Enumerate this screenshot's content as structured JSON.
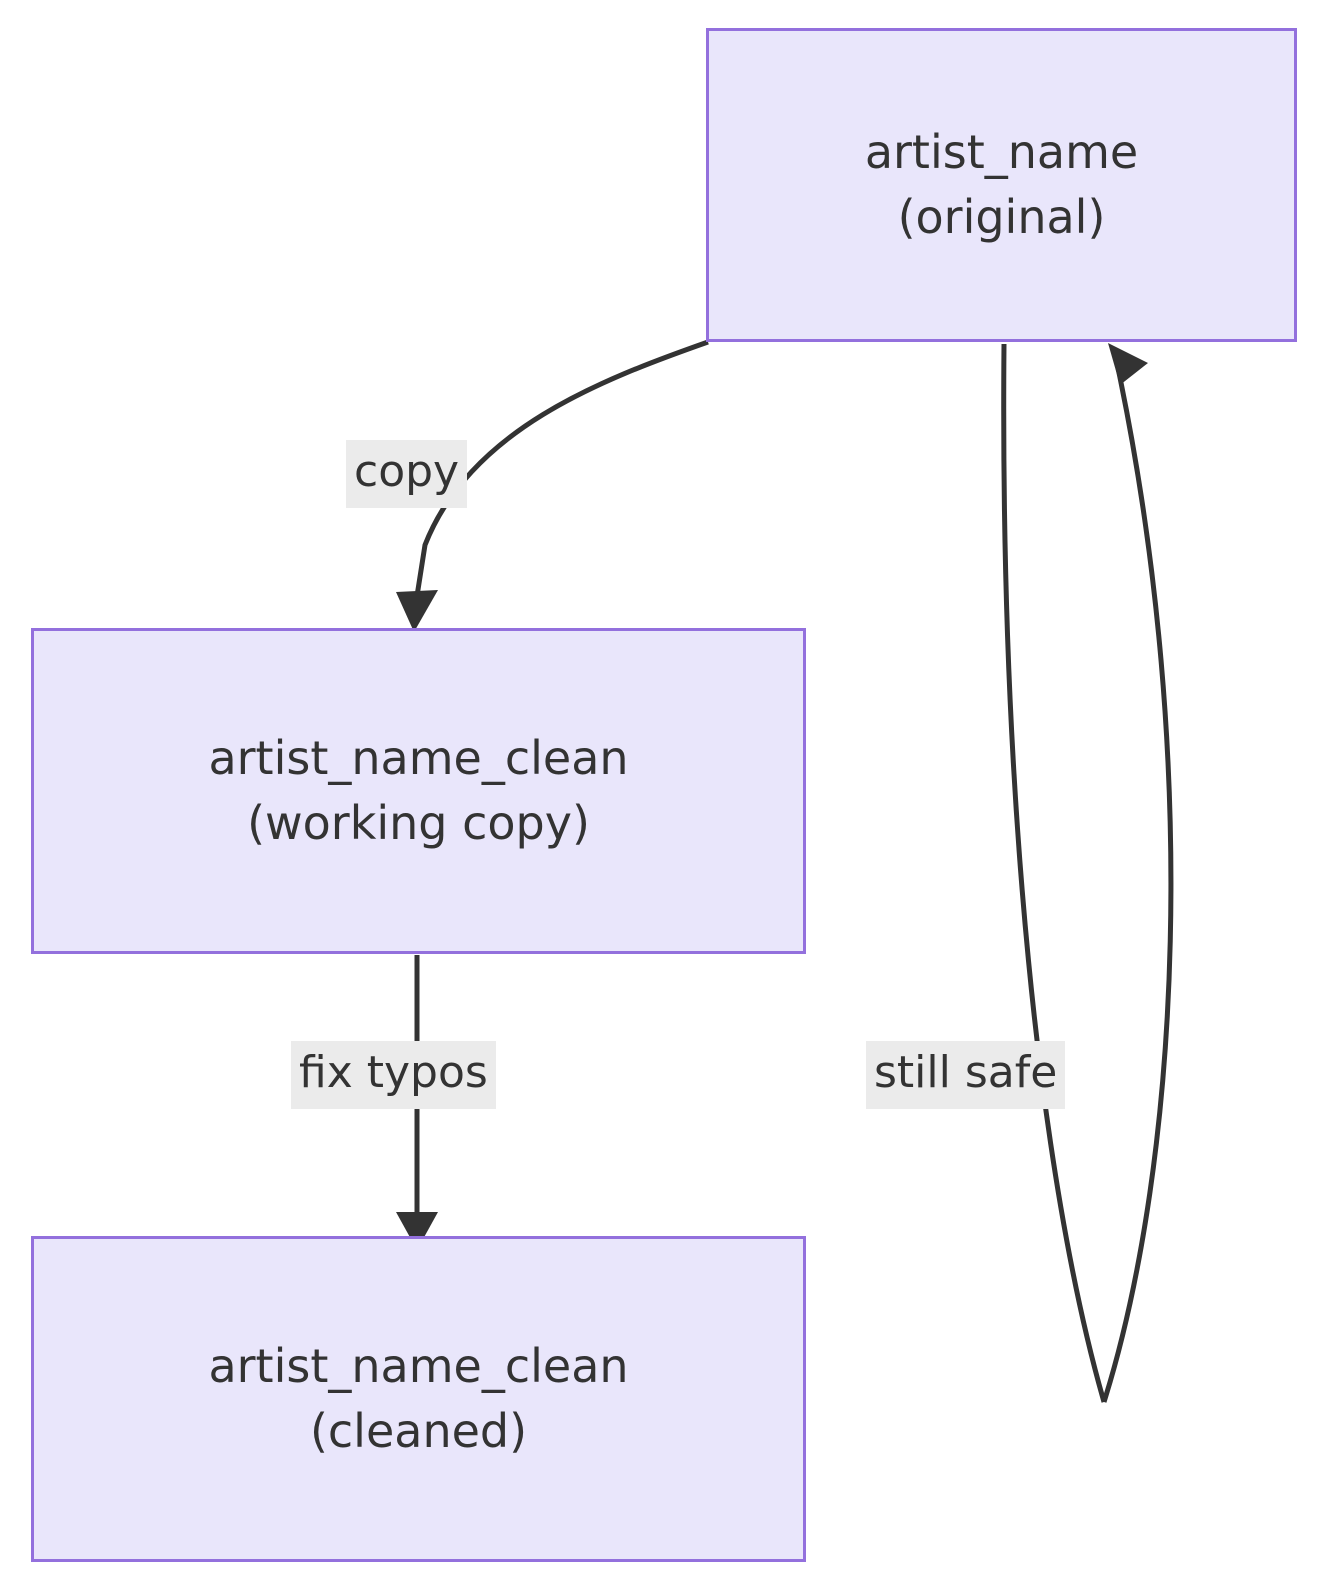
{
  "diagram": {
    "type": "flowchart",
    "direction": "top-down",
    "background_color": "#ffffff",
    "node_fill_color": "#e9e6fb",
    "node_border_color": "#9370dd",
    "edge_color": "#333333",
    "label_background_color": "#ebebeb",
    "text_color": "#333333",
    "nodes": [
      {
        "id": "artist-name-original",
        "line1": "artist_name",
        "line2": "(original)"
      },
      {
        "id": "artist-name-clean-working",
        "line1": "artist_name_clean",
        "line2": "(working copy)"
      },
      {
        "id": "artist-name-clean-cleaned",
        "line1": "artist_name_clean",
        "line2": "(cleaned)"
      }
    ],
    "edges": [
      {
        "id": "copy-edge",
        "from": "artist-name-original",
        "to": "artist-name-clean-working",
        "label": "copy"
      },
      {
        "id": "fix-typos-edge",
        "from": "artist-name-clean-working",
        "to": "artist-name-clean-cleaned",
        "label": "fix typos"
      },
      {
        "id": "still-safe-edge",
        "from": "artist-name-original",
        "to": "artist-name-original",
        "label": "still safe"
      }
    ]
  }
}
